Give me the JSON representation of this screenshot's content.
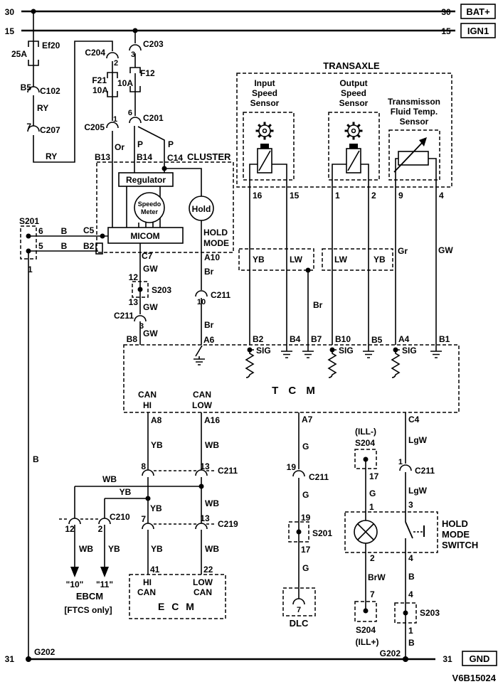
{
  "drawing_no": "V6B15024",
  "power": {
    "pin30": "30",
    "pin15": "15",
    "pin31": "31",
    "bat": "BAT+",
    "ign": "IGN1",
    "gnd": "GND",
    "g202": "G202"
  },
  "fuses": {
    "ef20": "Ef20",
    "ef20_rating": "25A",
    "f21": "F21",
    "f12": "F12",
    "rating_10a": "10A"
  },
  "wires": {
    "ry": "RY",
    "or_": "Or",
    "p": "P",
    "b": "B",
    "gw": "GW",
    "br": "Br",
    "yb": "YB",
    "lw": "LW",
    "wb": "WB",
    "gr": "Gr",
    "g": "G",
    "lgw": "LgW",
    "brw": "BrW"
  },
  "connectors": {
    "c102": "C102",
    "c207": "C207",
    "c203": "C203",
    "c204": "C204",
    "c205": "C205",
    "c201": "C201",
    "c211": "C211",
    "c210": "C210",
    "c219": "C219"
  },
  "splices": {
    "s201": "S201",
    "s203": "S203",
    "s204": "S204",
    "ill_minus": "(ILL-)",
    "ill_plus": "(ILL+)"
  },
  "pins": {
    "n1": "1",
    "n2": "2",
    "n3": "3",
    "n4": "4",
    "n5": "5",
    "n6": "6",
    "n7": "7",
    "n8": "8",
    "n9": "9",
    "n10": "10",
    "n12": "12",
    "n13": "13",
    "n15": "15",
    "n16": "16",
    "n17": "17",
    "n19": "19",
    "n22": "22",
    "n41": "41",
    "b5": "B5",
    "b13": "B13",
    "b14": "B14",
    "c14": "C14",
    "c5": "C5",
    "b2": "B2",
    "c7": "C7",
    "a10": "A10",
    "b8": "B8",
    "a6": "A6",
    "b4": "B4",
    "b7": "B7",
    "b10": "B10",
    "a4": "A4",
    "b1": "B1",
    "a8": "A8",
    "a16": "A16",
    "a7": "A7",
    "c4": "C4",
    "q10": "\"10\"",
    "q11": "\"11\""
  },
  "cluster": {
    "title": "CLUSTER",
    "regulator": "Regulator",
    "speedo1": "Speedo",
    "speedo2": "Meter",
    "hold": "Hold",
    "micom": "MICOM",
    "mode1": "HOLD",
    "mode2": "MODE"
  },
  "transaxle": {
    "title": "TRANSAXLE",
    "input1": "Input",
    "input2": "Speed",
    "input3": "Sensor",
    "output1": "Output",
    "temp1": "Transmisson",
    "temp2": "Fluid Temp."
  },
  "tcm": {
    "title": "T C M",
    "sig": "SIG",
    "can": "CAN",
    "hi": "HI",
    "low": "LOW"
  },
  "ecm": {
    "title": "E C M"
  },
  "ebcm": {
    "name": "EBCM",
    "note": "[FTCS only]"
  },
  "dlc": {
    "name": "DLC"
  },
  "hold_switch": {
    "l1": "HOLD",
    "l2": "MODE",
    "l3": "SWITCH"
  }
}
